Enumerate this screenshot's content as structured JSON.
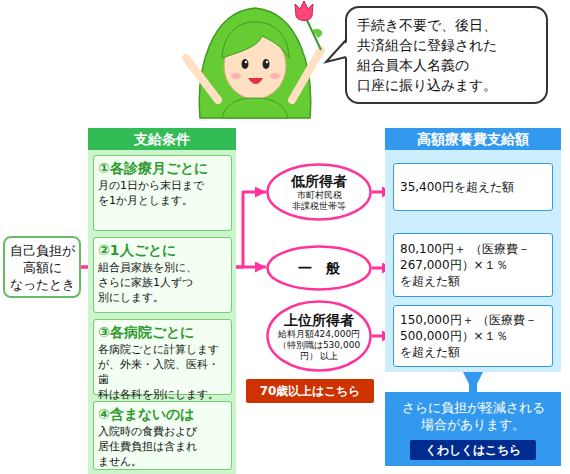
{
  "diagram": {
    "nodes": [
      {
        "text": [
          "手続き不要で、後日、 共済組合に登録された 組合員本人名義の 口座に振り込みます。"
        ]
      },
      {
        "text": [
          "支給条件"
        ]
      },
      {
        "text": [
          "①各診療月ごとに",
          "月の1日から末日まで を1か月とします。"
        ],
        "in": 1
      },
      {
        "text": [
          "②1人ごとに",
          "組合員家族を別に、 さらに家族1人ずつ 別にします。"
        ],
        "in": 1
      },
      {
        "text": [
          "③各病院ごとに",
          "各病院ごとに計算します が、外来・入院、医科・歯 科は各科を別にします。"
        ],
        "in": 1
      },
      {
        "text": [
          "④含まないのは",
          "入院時の食費および 居住費負担は含まれ ません。"
        ],
        "in": 1
      },
      {
        "text": [
          "自己負担が 高額に なったとき"
        ]
      },
      {
        "text": [
          "低所得者",
          "市町村民税 非課税世帯等"
        ]
      },
      {
        "text": [
          "一　般"
        ]
      },
      {
        "text": [
          "上位所得者",
          "給料月額424,000円 （特別職は530,000円） 以上"
        ]
      },
      {
        "text": [
          "70歳以上はこちら"
        ]
      },
      {
        "text": [
          "高額療養費支給額"
        ]
      },
      {
        "text": [
          "35,400円を超えた額"
        ],
        "in": 11
      },
      {
        "text": [
          "80,100円＋ （医療費－267,000円）×１％ を超えた額"
        ],
        "in": 11
      },
      {
        "text": [
          "150,000円＋ （医療費－500,000円）×１％ を超えた額"
        ],
        "in": 11
      },
      {
        "text": [
          "さらに負担が軽減される 場合があります。"
        ]
      },
      {
        "text": [
          "くわしくはこちら"
        ],
        "in": 15
      }
    ],
    "edges": [
      {
        "from": 6,
        "to": 7,
        "arrow": "to"
      },
      {
        "from": 6,
        "to": 8,
        "arrow": "to"
      },
      {
        "from": 6,
        "to": 9,
        "arrow": "to"
      },
      {
        "from": 7,
        "to": 12,
        "arrow": "to"
      },
      {
        "from": 8,
        "to": 13,
        "arrow": "to"
      },
      {
        "from": 9,
        "to": 14,
        "arrow": "to"
      },
      {
        "from": 11,
        "to": 15,
        "arrow": "to"
      }
    ]
  }
}
